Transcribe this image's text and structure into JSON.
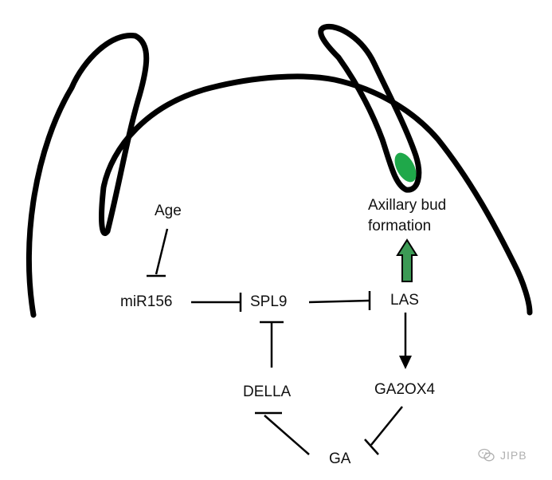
{
  "nodes": {
    "age": "Age",
    "mir156": "miR156",
    "spl9": "SPL9",
    "las": "LAS",
    "della": "DELLA",
    "ga2ox4": "GA2OX4",
    "ga": "GA",
    "axillary_bud_line1": "Axillary bud",
    "axillary_bud_line2": "formation"
  },
  "edges": [
    {
      "from": "age",
      "to": "mir156",
      "type": "inhibition"
    },
    {
      "from": "mir156",
      "to": "spl9",
      "type": "inhibition"
    },
    {
      "from": "spl9",
      "to": "las",
      "type": "inhibition"
    },
    {
      "from": "las",
      "to": "axillary_bud",
      "type": "activation"
    },
    {
      "from": "las",
      "to": "ga2ox4",
      "type": "activation"
    },
    {
      "from": "ga2ox4",
      "to": "ga",
      "type": "inhibition"
    },
    {
      "from": "ga",
      "to": "della",
      "type": "inhibition"
    },
    {
      "from": "della",
      "to": "spl9",
      "type": "inhibition"
    }
  ],
  "colors": {
    "outline": "#000000",
    "bud_green": "#1fa84a",
    "activation_arrow_green": "#3c9a55"
  },
  "watermark": {
    "icon": "wechat-icon",
    "text": "JIPB"
  }
}
